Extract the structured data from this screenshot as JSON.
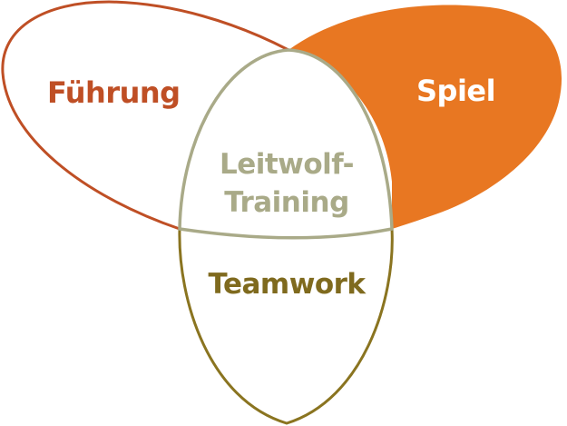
{
  "diagram": {
    "type": "three-set overlapping ovals",
    "sets": [
      {
        "id": "fuehrung",
        "label": "Führung",
        "style": "outline",
        "color": "#BF4F25",
        "text_color": "#BF4F25"
      },
      {
        "id": "spiel",
        "label": "Spiel",
        "style": "filled",
        "color": "#E87722",
        "text_color": "#FFFFFF"
      },
      {
        "id": "teamwork",
        "label": "Teamwork",
        "style": "outline",
        "color": "#8A7420",
        "text_color": "#7F6A1E"
      }
    ],
    "center": {
      "label_line1": "Leitwolf-",
      "label_line2": "Training",
      "color": "#A9AA88",
      "text_color": "#A9AA88"
    }
  }
}
